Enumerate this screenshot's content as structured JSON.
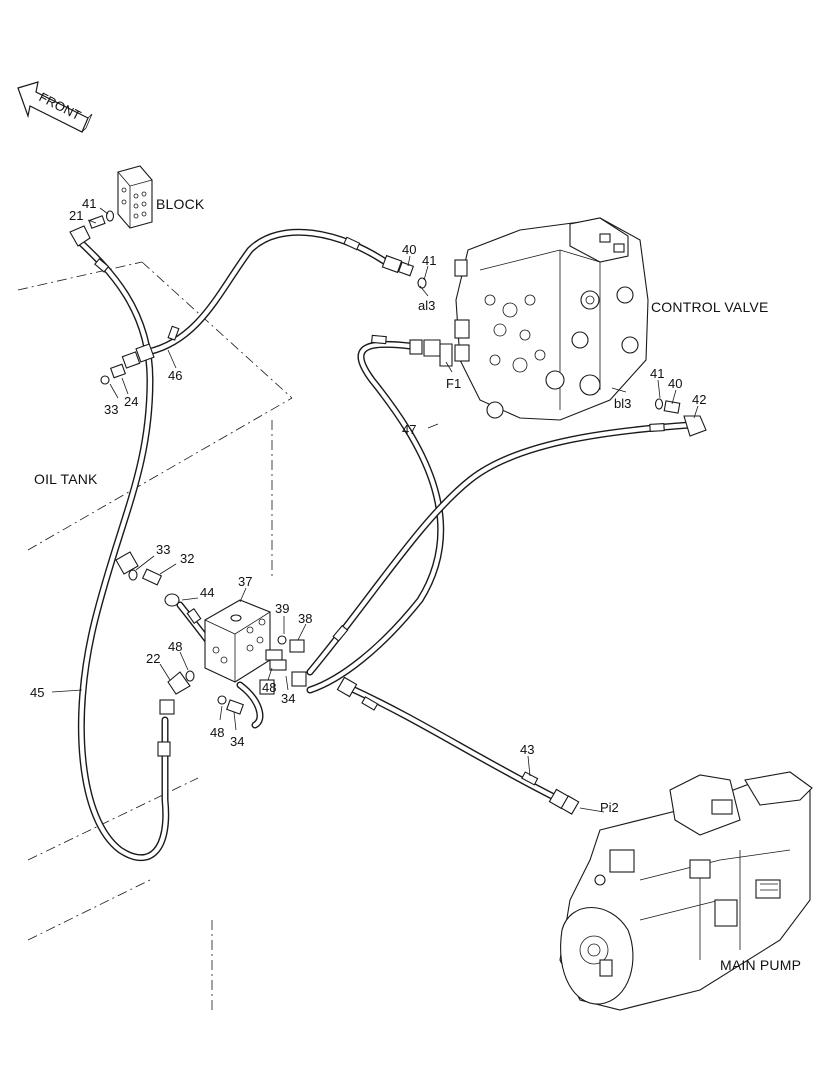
{
  "direction_label": "FRONT",
  "components": {
    "block": "BLOCK",
    "control_valve": "CONTROL VALVE",
    "oil_tank": "OIL TANK",
    "main_pump": "MAIN PUMP"
  },
  "ports": {
    "al3": "al3",
    "bl3": "bl3",
    "f1": "F1",
    "pi2": "Pi2"
  },
  "callouts": {
    "c41_block": "41",
    "c21": "21",
    "c46": "46",
    "c33_top": "33",
    "c24": "24",
    "c40_top": "40",
    "c41_top": "41",
    "c47": "47",
    "c41_right": "41",
    "c40_right": "40",
    "c42": "42",
    "c33_mid": "33",
    "c32": "32",
    "c37": "37",
    "c44": "44",
    "c39": "39",
    "c38": "38",
    "c22": "22",
    "c48_a": "48",
    "c48_b": "48",
    "c34_a": "34",
    "c48_c": "48",
    "c34_b": "34",
    "c45": "45",
    "c43": "43"
  }
}
